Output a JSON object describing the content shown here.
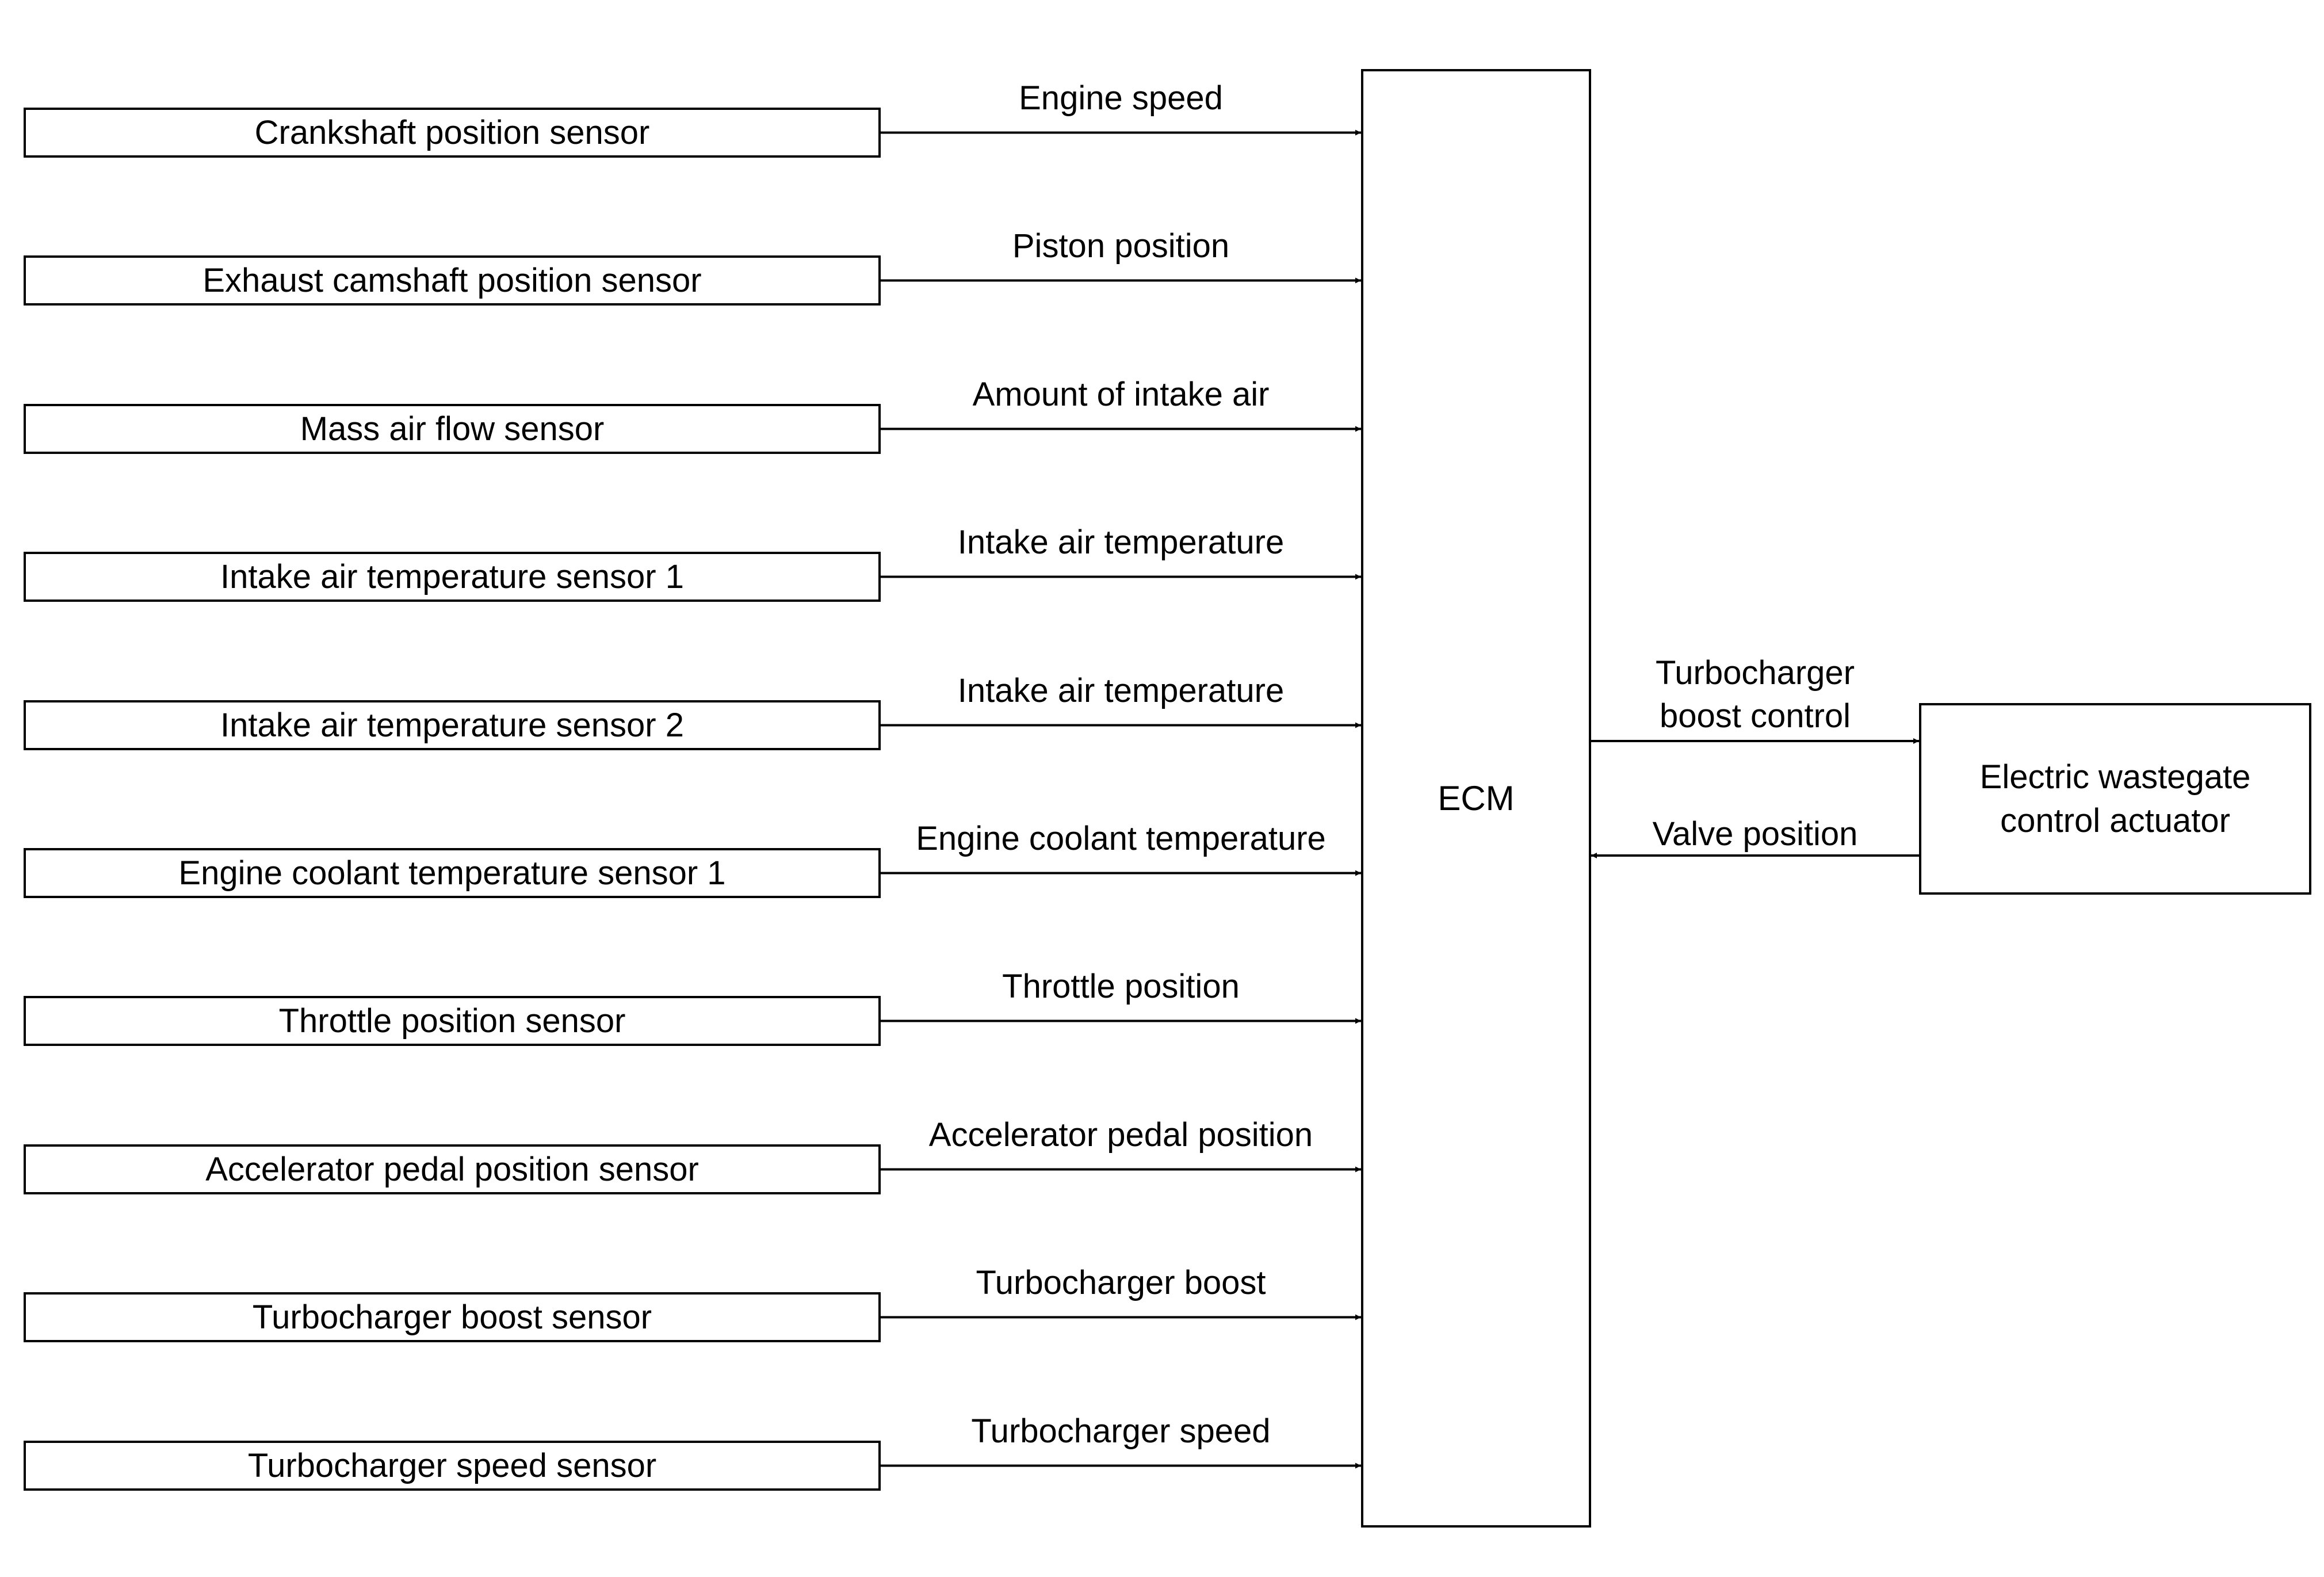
{
  "diagram": {
    "inputs": [
      {
        "sensor": "Crankshaft position sensor",
        "signal": "Engine speed"
      },
      {
        "sensor": "Exhaust camshaft position sensor",
        "signal": "Piston position"
      },
      {
        "sensor": "Mass air flow sensor",
        "signal": "Amount of intake air"
      },
      {
        "sensor": "Intake air temperature sensor 1",
        "signal": "Intake air temperature"
      },
      {
        "sensor": "Intake air temperature sensor 2",
        "signal": "Intake air temperature"
      },
      {
        "sensor": "Engine coolant temperature sensor 1",
        "signal": "Engine coolant temperature"
      },
      {
        "sensor": "Throttle position sensor",
        "signal": "Throttle position"
      },
      {
        "sensor": "Accelerator pedal position sensor",
        "signal": "Accelerator pedal position"
      },
      {
        "sensor": "Turbocharger boost sensor",
        "signal": "Turbocharger boost"
      },
      {
        "sensor": "Turbocharger speed sensor",
        "signal": "Turbocharger speed"
      }
    ],
    "controller": "ECM",
    "actuator": "Electric wastegate\ncontrol actuator",
    "output_signal": "Turbocharger\nboost control",
    "feedback_signal": "Valve position"
  }
}
